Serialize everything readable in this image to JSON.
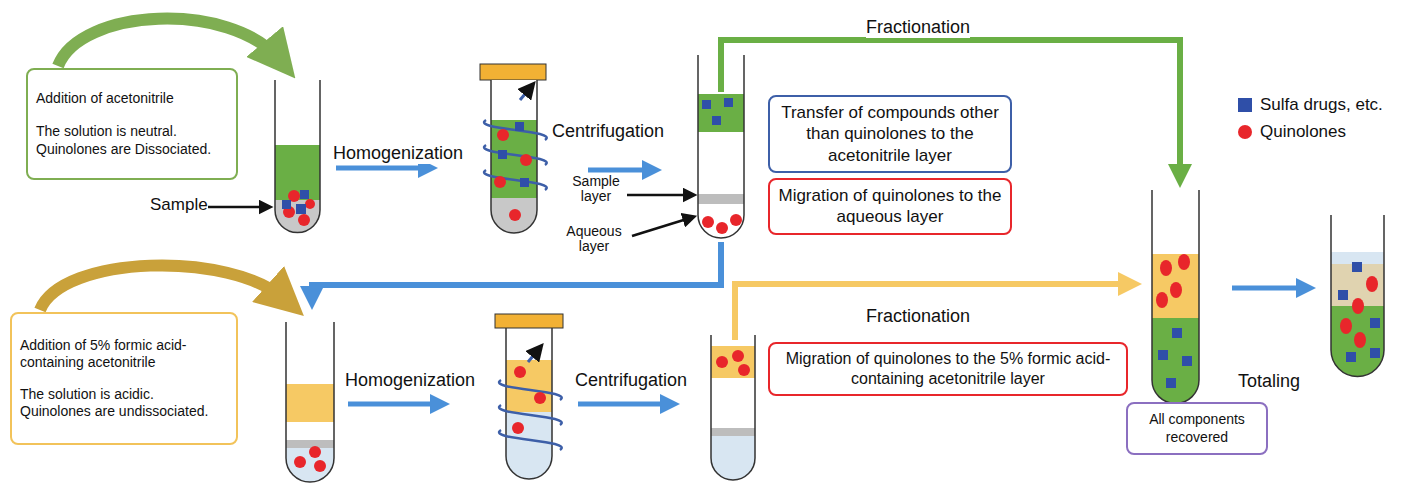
{
  "diagram": {
    "nodes": [
      {
        "text": [
          "Addition of acetonitrile",
          "The solution is neutral. Quinolones are Dissociated."
        ]
      },
      {
        "text": [
          "Transfer of compounds other than quinolones to the acetonitrile layer"
        ]
      },
      {
        "text": [
          "Migration of quinolones to the aqueous layer"
        ]
      },
      {
        "text": [
          "Addition of 5% formic acid-containing acetonitrile",
          "The solution is acidic. Quinolones are undissociated."
        ]
      },
      {
        "text": [
          "Migration of quinolones to the 5% formic acid-containing acetonitrile layer"
        ]
      },
      {
        "text": [
          "All components recovered"
        ]
      }
    ],
    "labels": [
      "Fractionation",
      "Homogenization",
      "Centrifugation",
      "Sample",
      "Sample layer",
      "Aqueous layer",
      "Homogenization",
      "Centrifugation",
      "Fractionation",
      "Totaling"
    ],
    "legend": [
      {
        "text": "Sulfa drugs, etc.",
        "color": "#2f4fa8"
      },
      {
        "text": "Quinolones",
        "color": "#e8262b"
      }
    ]
  }
}
